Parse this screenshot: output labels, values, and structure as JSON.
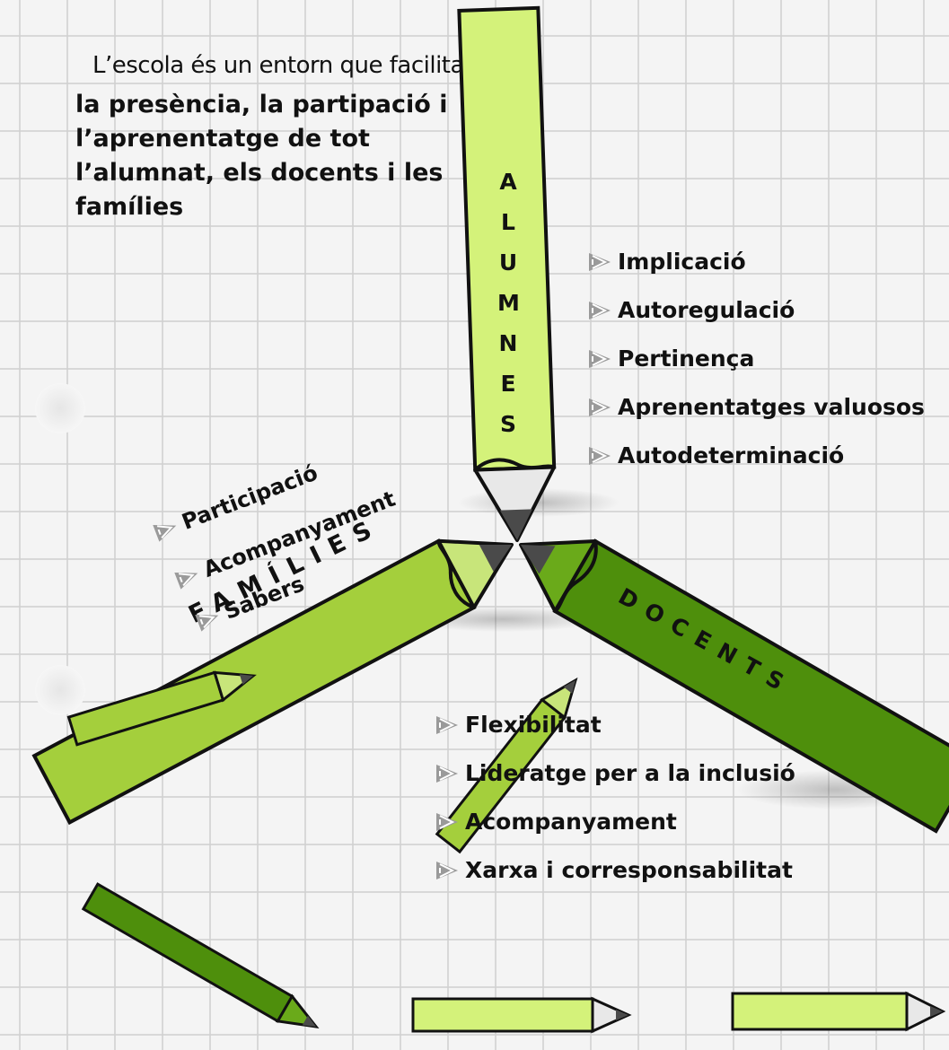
{
  "intro": {
    "line1": "L’escola és un entorn que facilita",
    "bold": "la presència, la partipació i l’aprenentatge de tot l’alumnat, els docents i les famílies"
  },
  "pencils": {
    "alumnes": {
      "label": "ALUMNES",
      "color": "#d4f27a",
      "items": [
        "Implicació",
        "Autoregulació",
        "Pertinença",
        "Aprenentatges valuosos",
        "Autodeterminació"
      ]
    },
    "families": {
      "label": "FAMÍLIES",
      "color": "#a4cf3c",
      "items": [
        "Participació",
        "Acompanyament",
        "Sabers"
      ]
    },
    "docents": {
      "label": "DOCENTS",
      "color": "#4e8f0c",
      "items": [
        "Flexibilitat",
        "Lideratge per a la inclusió",
        "Acompanyament",
        "Xarxa i corresponsabilitat"
      ]
    }
  },
  "colors": {
    "grid_line": "#cfcfcf",
    "background": "#f4f4f4",
    "arrow": "#9a9a9a",
    "pencil_tip": "#4a4a4a",
    "wood": "#e8e8e8"
  }
}
